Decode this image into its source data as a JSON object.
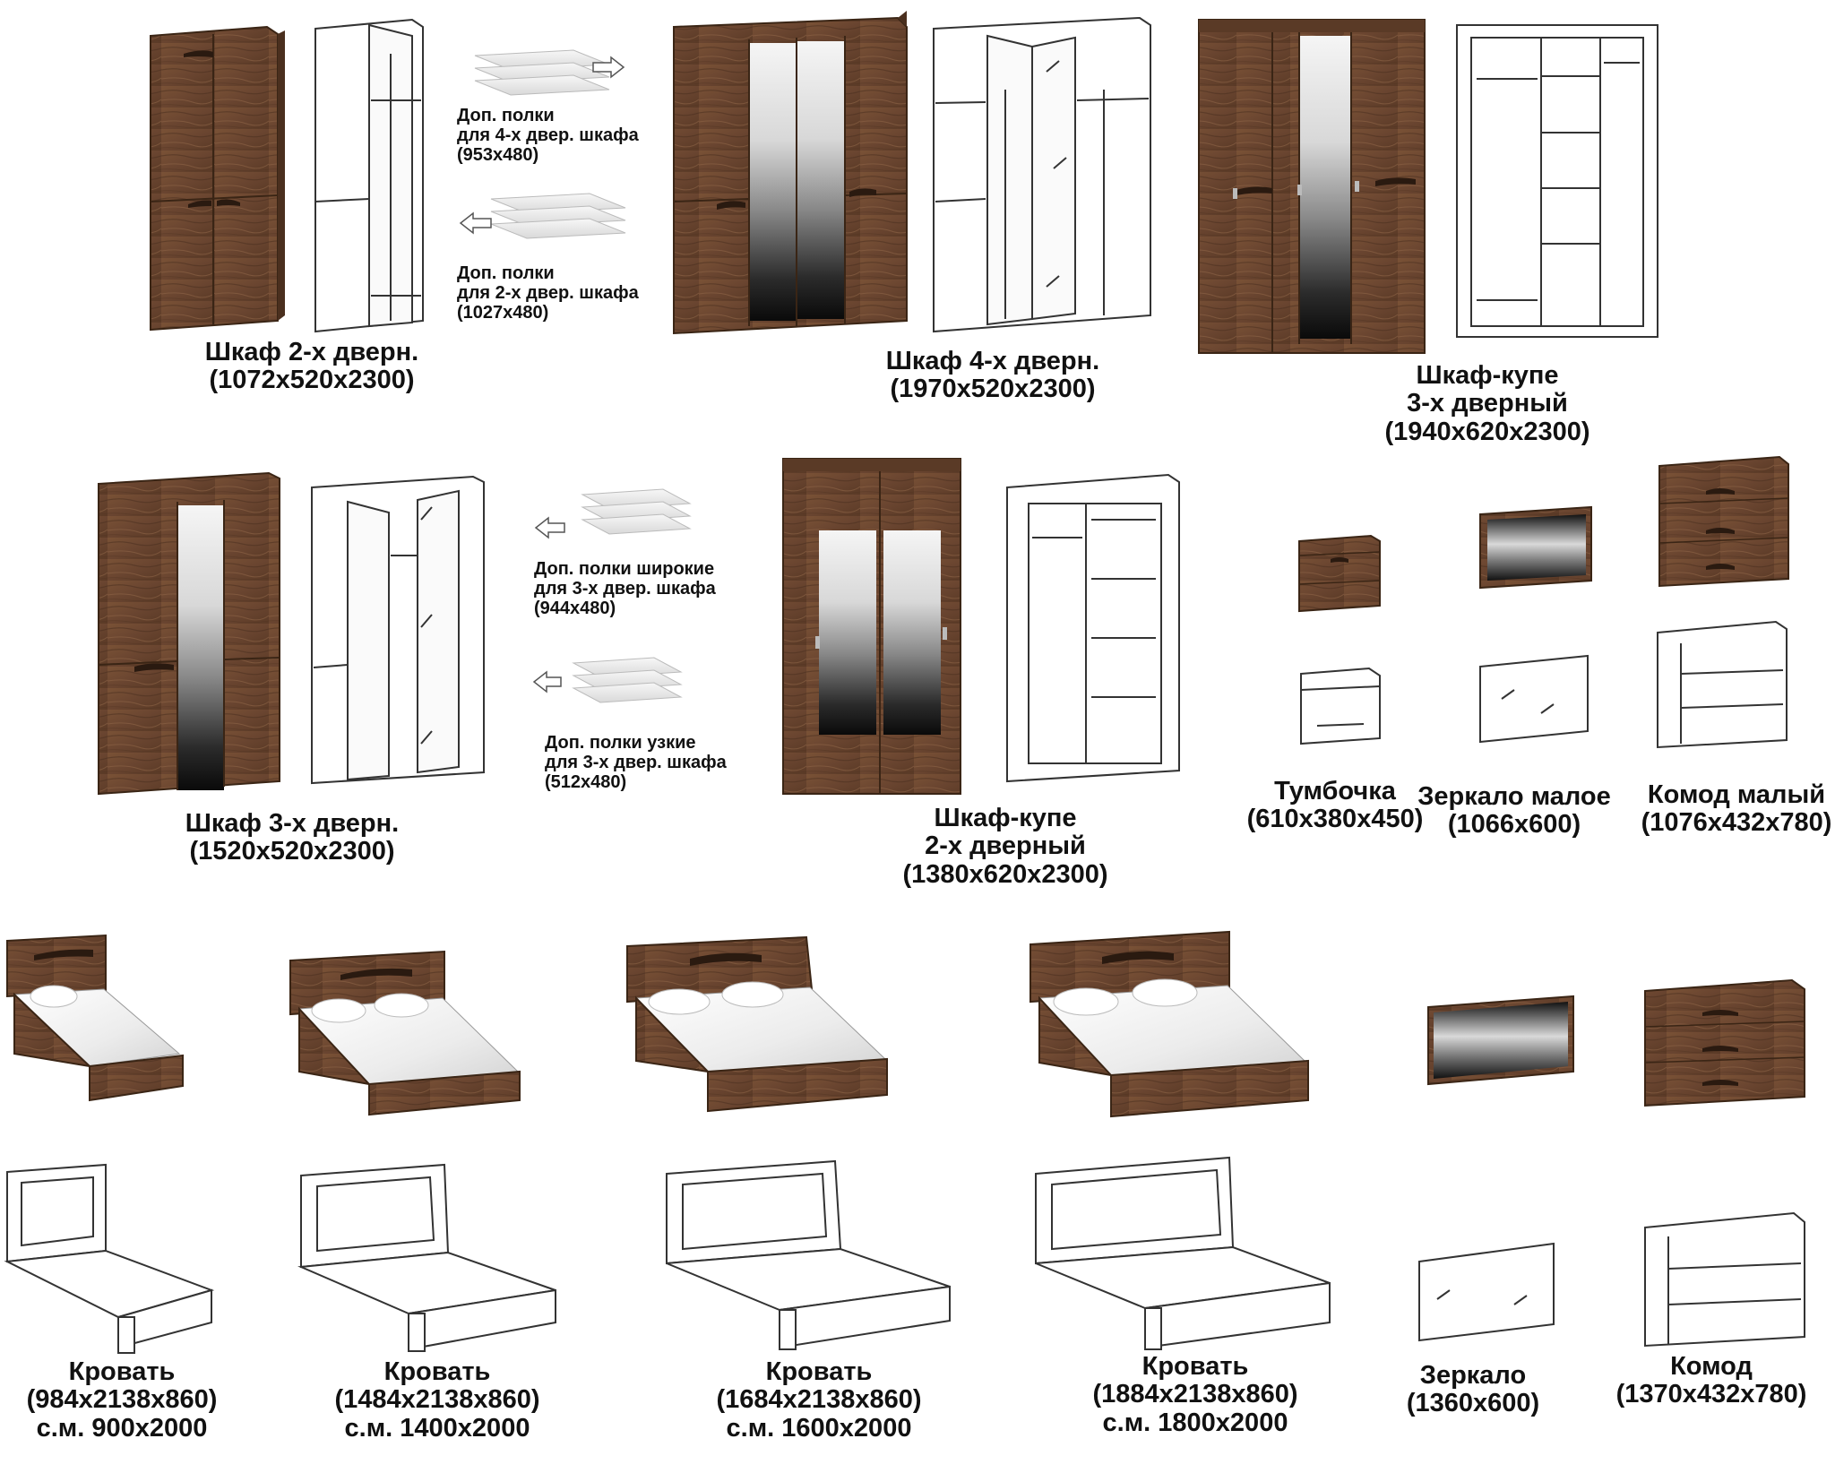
{
  "palette": {
    "wood": "#6f4a31",
    "wood_dark": "#4a2f1e",
    "wood_light": "#8b6245",
    "outline": "#333333",
    "mirror_dark": "#0d0d0d",
    "mirror_light": "#f2f2f2",
    "linen": "#f4f4f4"
  },
  "icons": {
    "arrow_right": "arrow-right-icon",
    "arrow_left": "arrow-left-icon"
  },
  "items": {
    "wardrobe_2door": {
      "name": "Шкаф 2-х дверн.",
      "dims": "(1072x520x2300)"
    },
    "wardrobe_4door": {
      "name": "Шкаф 4-х дверн.",
      "dims": "(1970x520x2300)"
    },
    "sliding_3door": {
      "line1": "Шкаф-купе",
      "line2": "3-х дверный",
      "dims": "(1940x620x2300)"
    },
    "wardrobe_3door": {
      "name": "Шкаф 3-х дверн.",
      "dims": "(1520x520x2300)"
    },
    "sliding_2door": {
      "line1": "Шкаф-купе",
      "line2": "2-х дверный",
      "dims": "(1380x620x2300)"
    },
    "nightstand": {
      "name": "Тумбочка",
      "dims": "(610x380x450)"
    },
    "mirror_small": {
      "name": "Зеркало малое",
      "dims": "(1066x600)"
    },
    "dresser_small": {
      "name": "Комод малый",
      "dims": "(1076x432x780)"
    },
    "bed_900": {
      "name": "Кровать",
      "dims": "(984x2138x860)",
      "mattress": "с.м. 900x2000"
    },
    "bed_1400": {
      "name": "Кровать",
      "dims": "(1484x2138x860)",
      "mattress": "с.м. 1400x2000"
    },
    "bed_1600": {
      "name": "Кровать",
      "dims": "(1684x2138x860)",
      "mattress": "с.м. 1600x2000"
    },
    "bed_1800": {
      "name": "Кровать",
      "dims": "(1884x2138x860)",
      "mattress": "с.м. 1800x2000"
    },
    "mirror": {
      "name": "Зеркало",
      "dims": "(1360x600)"
    },
    "dresser": {
      "name": "Комод",
      "dims": "(1370x432x780)"
    }
  },
  "shelves": {
    "for_4door": {
      "line1": "Доп. полки",
      "line2": "для 4-х двер. шкафа",
      "dims": "(953x480)"
    },
    "for_2door": {
      "line1": "Доп. полки",
      "line2": "для 2-х двер. шкафа",
      "dims": "(1027x480)"
    },
    "wide_3door": {
      "line1": "Доп. полки широкие",
      "line2": "для 3-х двер. шкафа",
      "dims": "(944x480)"
    },
    "narrow_3door": {
      "line1": "Доп. полки узкие",
      "line2": "для 3-х двер. шкафа",
      "dims": "(512x480)"
    }
  }
}
